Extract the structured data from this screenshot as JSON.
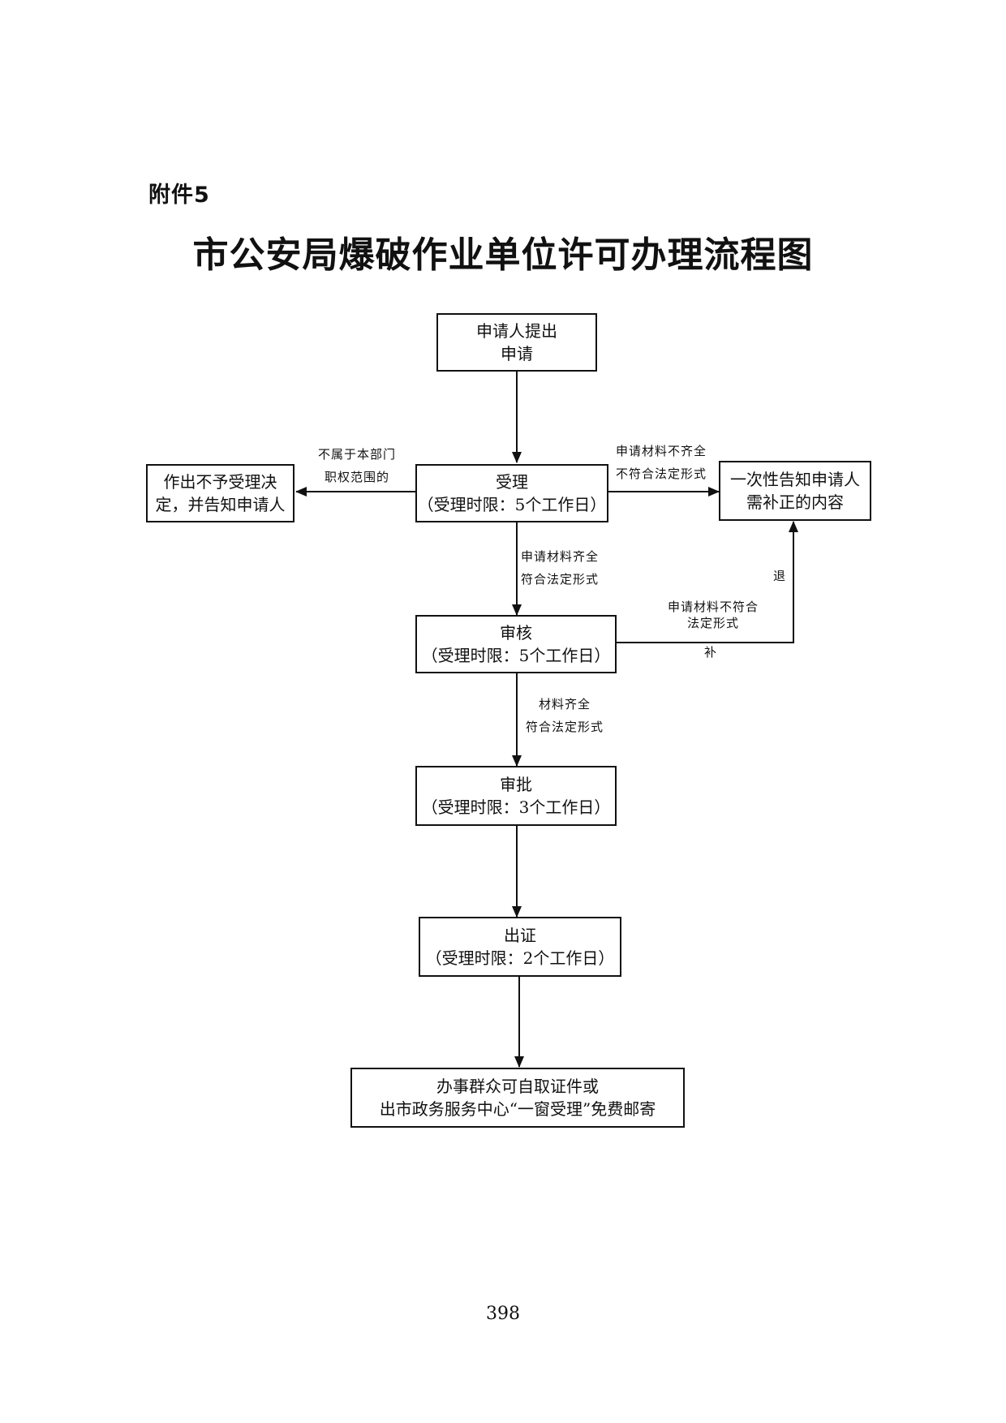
{
  "header": {
    "attachment_label": "附件5",
    "title": "市公安局爆破作业单位许可办理流程图"
  },
  "nodes": {
    "apply": [
      "申请人提出",
      "申请"
    ],
    "accept": [
      "受理",
      "（受理时限：5个工作日）"
    ],
    "reject": [
      "作出不予受理决",
      "定，并告知申请人"
    ],
    "notify": [
      "一次性告知申请人",
      "需补正的内容"
    ],
    "review": [
      "审核",
      "（受理时限：5个工作日）"
    ],
    "approve": [
      "审批",
      "（受理时限：3个工作日）"
    ],
    "issue": [
      "出证",
      "（受理时限：2个工作日）"
    ],
    "deliver": [
      "办事群众可自取证件或",
      "出市政务服务中心“一窗受理”免费邮寄"
    ]
  },
  "edge_labels": {
    "not_in_scope": [
      "不属于本部门",
      "职权范围的"
    ],
    "incomplete": [
      "申请材料不齐全",
      "不符合法定形式"
    ],
    "complete": [
      "申请材料齐全",
      "符合法定形式"
    ],
    "not_compliant": [
      "申请材料不符合",
      "法定形式"
    ],
    "return_char": "退",
    "supplement_char": "补",
    "review_ok": [
      "材料齐全",
      "符合法定形式"
    ]
  },
  "footer": {
    "page_number": "398"
  },
  "colors": {
    "ink": "#111111",
    "paper": "#ffffff"
  }
}
